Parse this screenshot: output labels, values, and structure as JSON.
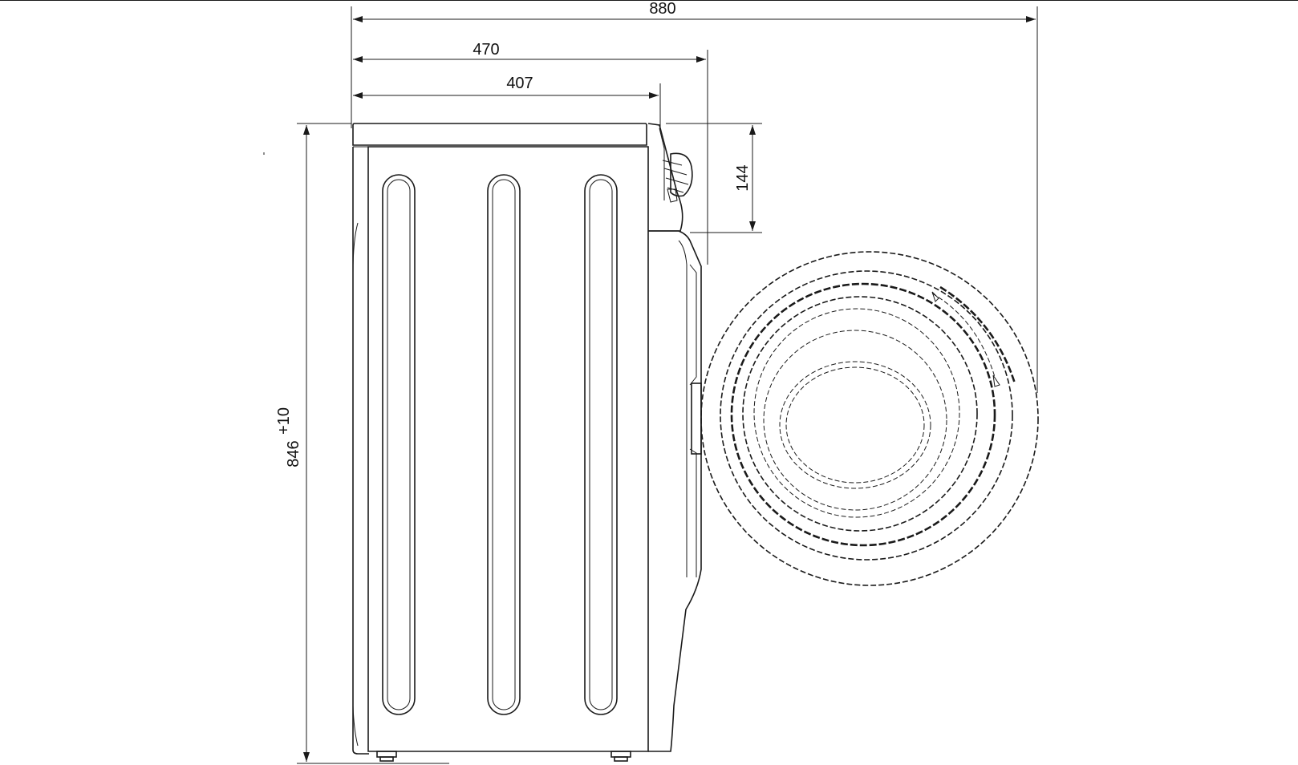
{
  "drawing": {
    "title": "",
    "dimensions": {
      "overall_depth_door_open": "880",
      "depth_with_door": "470",
      "body_depth": "407",
      "control_panel_height": "144",
      "height": "846",
      "height_tolerance": "+10"
    },
    "line_color": "#1a1a1a",
    "background": "#ffffff"
  }
}
